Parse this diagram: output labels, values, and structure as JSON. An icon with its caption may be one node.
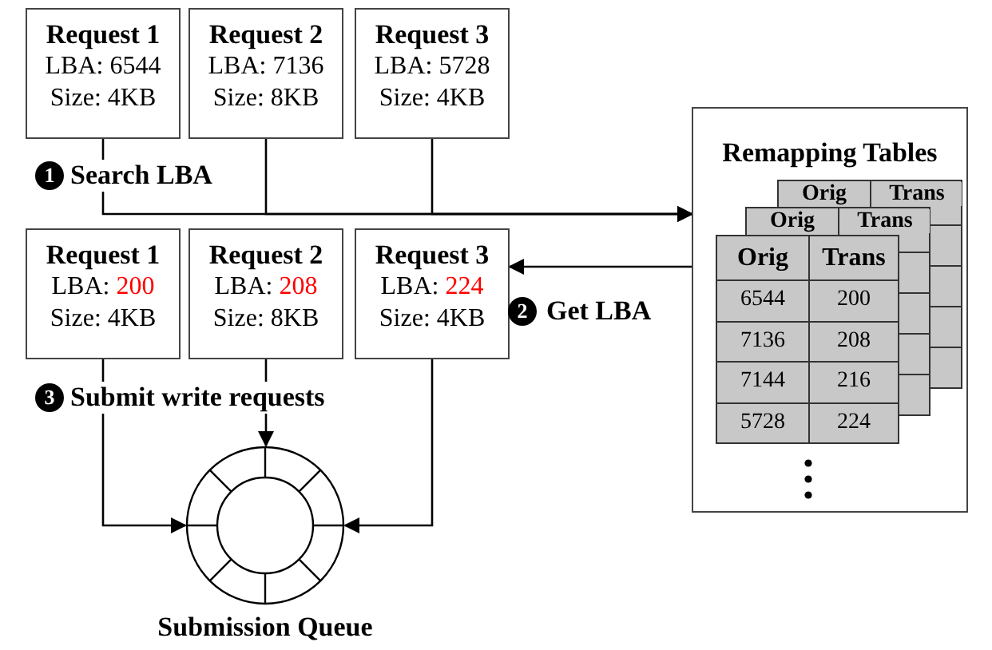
{
  "diagram": {
    "nodes": [
      {
        "text": [
          "Request 1",
          "LBA: 6544",
          "Size: 4KB"
        ]
      },
      {
        "text": [
          "Request 2",
          "LBA: 7136",
          "Size: 8KB"
        ]
      },
      {
        "text": [
          "Request 3",
          "LBA: 5728",
          "Size: 4KB"
        ]
      },
      {
        "text": [
          "Remapping Tables"
        ]
      },
      {
        "text": [
          "Request 1",
          "LBA:",
          "200",
          "Size: 4KB"
        ]
      },
      {
        "text": [
          "Request 2",
          "LBA:",
          "208",
          "Size: 8KB"
        ]
      },
      {
        "text": [
          "Request 3",
          "LBA:",
          "224",
          "Size: 4KB"
        ]
      },
      {
        "text": [],
        "shape": "circle",
        "beside": [
          "Submission Queue"
        ]
      }
    ],
    "edges": [
      {
        "from": 0,
        "to": 3,
        "arrow": "to"
      },
      {
        "from": 1,
        "to": 3,
        "arrow": "to"
      },
      {
        "from": 2,
        "to": 3,
        "arrow": "to"
      },
      {
        "from": 3,
        "to": 6,
        "arrow": "to"
      },
      {
        "from": 4,
        "to": 7,
        "arrow": "to"
      },
      {
        "from": 5,
        "to": 7,
        "arrow": "to"
      },
      {
        "from": 6,
        "to": 7,
        "arrow": "to"
      }
    ],
    "labels": [
      "1",
      "Search LBA",
      "2",
      "Get LBA",
      "3",
      "Submit write requests",
      "Orig",
      "Trans",
      "Orig",
      "Trans",
      "Orig",
      "Trans",
      "6544",
      "200",
      "7136",
      "208",
      "7144",
      "216",
      "5728",
      "224"
    ]
  }
}
